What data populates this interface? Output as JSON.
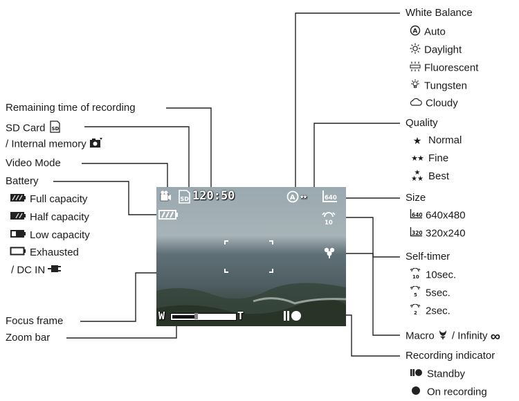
{
  "left": {
    "remaining_time": "Remaining time of recording",
    "sd_card": "SD Card",
    "internal_memory": "/ Internal memory",
    "video_mode": "Video Mode",
    "battery": "Battery",
    "battery_items": [
      "Full capacity",
      "Half capacity",
      "Low capacity",
      "Exhausted"
    ],
    "dc_in": "/ DC IN",
    "focus_frame": "Focus frame",
    "zoom_bar": "Zoom bar"
  },
  "right": {
    "white_balance": "White Balance",
    "wb_items": [
      "Auto",
      "Daylight",
      "Fluorescent",
      "Tungsten",
      "Cloudy"
    ],
    "quality": "Quality",
    "quality_items": [
      "Normal",
      "Fine",
      "Best"
    ],
    "size": "Size",
    "size_items": [
      "640x480",
      "320x240"
    ],
    "self_timer": "Self-timer",
    "timer_items": [
      "10sec.",
      "5sec.",
      "2sec."
    ],
    "macro": "Macro",
    "infinity": "/ Infinity",
    "recording_indicator": "Recording indicator",
    "recording_items": [
      "Standby",
      "On recording"
    ]
  },
  "screen": {
    "time_display": "120:50",
    "zoom_w": "W",
    "zoom_t": "T",
    "zoom_level": 0.35
  }
}
